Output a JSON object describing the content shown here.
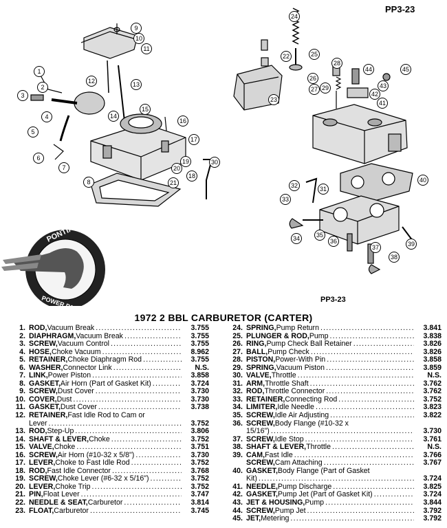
{
  "page_code": "PP3-23",
  "title": "1972 2 BBL CARBURETOR (CARTER)",
  "logo": {
    "text": "PONTIAC POWER PAGE"
  },
  "callouts": [
    "1",
    "2",
    "3",
    "4",
    "5",
    "6",
    "7",
    "8",
    "9",
    "10",
    "11",
    "12",
    "13",
    "14",
    "15",
    "16",
    "17",
    "18",
    "19",
    "20",
    "21",
    "22",
    "23",
    "24",
    "25",
    "26",
    "27",
    "28",
    "29",
    "30",
    "31",
    "32",
    "33",
    "34",
    "35",
    "36",
    "37",
    "38",
    "39",
    "40",
    "41",
    "42",
    "43",
    "44",
    "45"
  ],
  "left_parts": [
    {
      "num": "1.",
      "name": "ROD,",
      "desc": " Vacuum Break",
      "code": "3.755"
    },
    {
      "num": "2.",
      "name": "DIAPHRAGM,",
      "desc": " Vacuum Break",
      "code": "3.755"
    },
    {
      "num": "3.",
      "name": "SCREW,",
      "desc": " Vacuum Control",
      "code": "3.755"
    },
    {
      "num": "4.",
      "name": "HOSE,",
      "desc": " Choke Vacuum",
      "code": "8.962"
    },
    {
      "num": "5.",
      "name": "RETAINER,",
      "desc": " Choke Diaphragm Rod",
      "code": "3.755"
    },
    {
      "num": "6.",
      "name": "WASHER,",
      "desc": " Connector Link",
      "code": "N.S."
    },
    {
      "num": "7.",
      "name": "LINK,",
      "desc": " Power Piston",
      "code": "3.858"
    },
    {
      "num": "8.",
      "name": "GASKET,",
      "desc": " Air Horn (Part of Gasket Kit)",
      "code": "3.724"
    },
    {
      "num": "9.",
      "name": "SCREW,",
      "desc": " Dust Cover",
      "code": "3.730"
    },
    {
      "num": "10.",
      "name": "COVER,",
      "desc": " Dust",
      "code": "3.730"
    },
    {
      "num": "11.",
      "name": "GASKET,",
      "desc": " Dust Cover",
      "code": "3.738"
    },
    {
      "num": "12.",
      "name": "RETAINER,",
      "desc": " Fast Idle Rod to Cam or",
      "code": ""
    },
    {
      "num": "",
      "name": "",
      "desc": "Lever",
      "code": "3.752"
    },
    {
      "num": "13.",
      "name": "ROD,",
      "desc": " Step-Up",
      "code": "3.806"
    },
    {
      "num": "14.",
      "name": "SHAFT & LEVER,",
      "desc": " Choke",
      "code": "3.752"
    },
    {
      "num": "15.",
      "name": "VALVE,",
      "desc": " Choke",
      "code": "3.751"
    },
    {
      "num": "16.",
      "name": "SCREW,",
      "desc": " Air Horn (#10-32 x 5/8\")",
      "code": "3.730"
    },
    {
      "num": "17.",
      "name": "LEVER,",
      "desc": " Choke to Fast Idle Rod",
      "code": "3.752"
    },
    {
      "num": "18.",
      "name": "ROD,",
      "desc": " Fast Idle Connector",
      "code": "3.768"
    },
    {
      "num": "19.",
      "name": "SCREW,",
      "desc": " Choke Lever (#6-32 x 5/16\")",
      "code": "3.752"
    },
    {
      "num": "20.",
      "name": "LEVER,",
      "desc": " Choke Trip",
      "code": "3.752"
    },
    {
      "num": "21.",
      "name": "PIN,",
      "desc": " Float Lever",
      "code": "3.747"
    },
    {
      "num": "22.",
      "name": "NEEDLE & SEAT,",
      "desc": " Carburetor",
      "code": "3.814"
    },
    {
      "num": "23.",
      "name": "FLOAT,",
      "desc": " Carburetor",
      "code": "3.745"
    }
  ],
  "right_parts": [
    {
      "num": "24.",
      "name": "SPRING,",
      "desc": " Pump Return",
      "code": "3.841"
    },
    {
      "num": "25.",
      "name": "PLUNGER & ROD,",
      "desc": " Pump",
      "code": "3.838"
    },
    {
      "num": "26.",
      "name": "RING,",
      "desc": " Pump Check Ball Retainer",
      "code": "3.826"
    },
    {
      "num": "27.",
      "name": "BALL,",
      "desc": " Pump Check",
      "code": "3.826"
    },
    {
      "num": "28.",
      "name": "PISTON,",
      "desc": " Power-With Pin",
      "code": "3.858"
    },
    {
      "num": "29.",
      "name": "SPRING,",
      "desc": " Vacuum Piston",
      "code": "3.859"
    },
    {
      "num": "30.",
      "name": "VALVE,",
      "desc": " Throttle",
      "code": "N.S."
    },
    {
      "num": "31.",
      "name": "ARM,",
      "desc": " Throttle Shaft",
      "code": "3.762"
    },
    {
      "num": "32.",
      "name": "ROD,",
      "desc": " Throttle Connector",
      "code": "3.762"
    },
    {
      "num": "33.",
      "name": "RETAINER,",
      "desc": " Connecting Rod",
      "code": "3.752"
    },
    {
      "num": "34.",
      "name": "LIMITER,",
      "desc": " Idle Needle",
      "code": "3.823"
    },
    {
      "num": "35.",
      "name": "SCREW,",
      "desc": " Idle Air Adjusting",
      "code": "3.822"
    },
    {
      "num": "36.",
      "name": "SCREW,",
      "desc": " Body Flange (#10-32 x",
      "code": ""
    },
    {
      "num": "",
      "name": "",
      "desc": "15/16\")",
      "code": "3.730"
    },
    {
      "num": "37.",
      "name": "SCREW,",
      "desc": " Idle Stop",
      "code": "3.761"
    },
    {
      "num": "38.",
      "name": "SHAFT & LEVER,",
      "desc": " Throttle",
      "code": "N.S."
    },
    {
      "num": "39.",
      "name": "CAM,",
      "desc": " Fast Idle",
      "code": "3.766"
    },
    {
      "num": "",
      "name": "SCREW,",
      "desc": " Cam Attaching",
      "code": "3.767"
    },
    {
      "num": "40.",
      "name": "GASKET,",
      "desc": " Body Flange (Part of Gasket",
      "code": ""
    },
    {
      "num": "",
      "name": "",
      "desc": "Kit)",
      "code": "3.724"
    },
    {
      "num": "41.",
      "name": "NEEDLE,",
      "desc": " Pump Discharge",
      "code": "3.825"
    },
    {
      "num": "42.",
      "name": "GASKET,",
      "desc": " Pump Jet (Part of Gasket Kit)",
      "code": "3.724"
    },
    {
      "num": "43.",
      "name": "JET & HOUSING,",
      "desc": " Pump",
      "code": "3.844"
    },
    {
      "num": "44.",
      "name": "SCREW,",
      "desc": " Pump Jet",
      "code": "3.792"
    },
    {
      "num": "45.",
      "name": "JET,",
      "desc": " Metering",
      "code": "3.792"
    }
  ]
}
